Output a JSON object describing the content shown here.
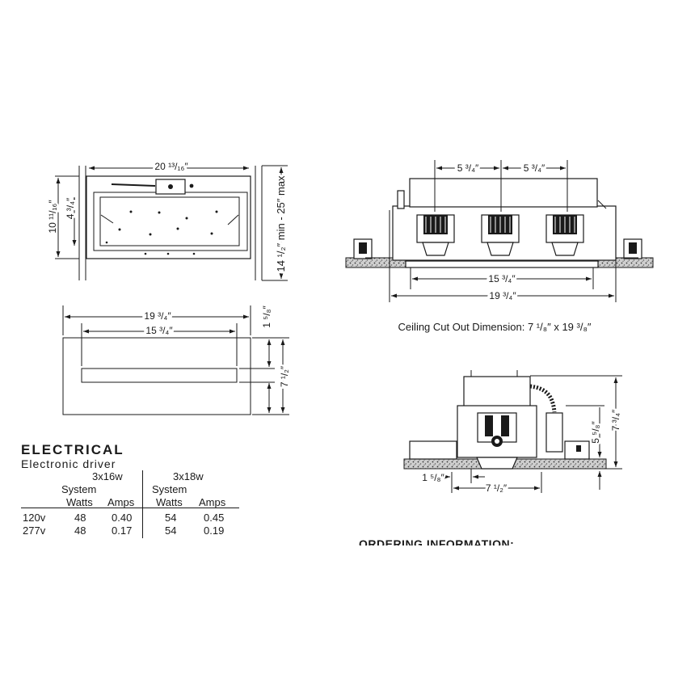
{
  "drawing": {
    "top_view": {
      "width_label": "20 ¹³/₁₆″",
      "height_label": "10 ¹¹/₁₆″",
      "inner_label": "4 ³/₄″",
      "depth_range_label": "14 ¹/₂″ min - 25″ max"
    },
    "side_view": {
      "spacing_left": "5 ³/₄″",
      "spacing_right": "5 ³/₄″",
      "inner_width": "15 ³/₄″",
      "outer_width": "19 ³/₄″",
      "cutout_caption": "Ceiling Cut Out Dimension: 7 ¹/₈″ x 19 ³/₈″"
    },
    "trim_view": {
      "outer_width": "19 ³/₄″",
      "inner_width": "15 ³/₄″",
      "flange": "1 ⁵/₈″",
      "height": "7 ¹/₂″"
    },
    "end_view": {
      "height": "7 ³/₄″",
      "inner_height": "5 ⁵/₈″",
      "offset": "1 ⁵/₈″",
      "width": "7 ¹/₂″"
    }
  },
  "electrical": {
    "title": "ELECTRICAL",
    "subtitle": "Electronic driver",
    "groups": [
      {
        "name": "3x16w",
        "col1": "System",
        "col1b": "Watts",
        "col2": "Amps"
      },
      {
        "name": "3x18w",
        "col1": "System",
        "col1b": "Watts",
        "col2": "Amps"
      }
    ],
    "rows": [
      {
        "voltage": "120v",
        "w1": "48",
        "a1": "0.40",
        "w2": "54",
        "a2": "0.45"
      },
      {
        "voltage": "277v",
        "w1": "48",
        "a1": "0.17",
        "w2": "54",
        "a2": "0.19"
      }
    ]
  },
  "ordering": {
    "title": "ORDERING INFORMATION:"
  }
}
